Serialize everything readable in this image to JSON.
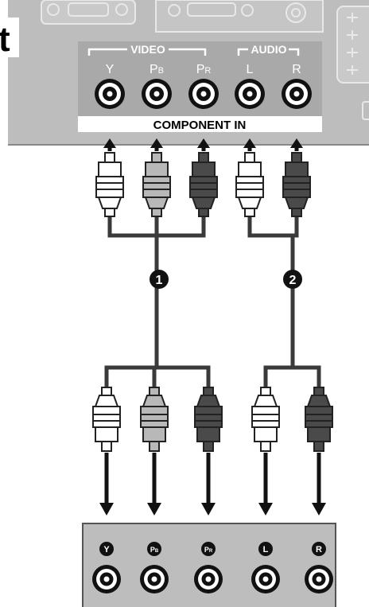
{
  "colors": {
    "panel": "#bdbdbd",
    "panel_dark": "#a9a9a9",
    "panel_edge": "#888888",
    "plug_white": "#ffffff",
    "plug_gray": "#b8b8b8",
    "plug_dark": "#4a4a4a",
    "cable": "#3a3a3a",
    "text_dark": "#000000",
    "text_light": "#ffffff"
  },
  "heading_fragment": "t",
  "tv_panel": {
    "video_label": "VIDEO",
    "audio_label": "AUDIO",
    "jacks": [
      {
        "label": "Y",
        "sub": "",
        "plug": "white"
      },
      {
        "label": "P",
        "sub": "B",
        "plug": "gray"
      },
      {
        "label": "P",
        "sub": "R",
        "plug": "dark"
      },
      {
        "label": "L",
        "sub": "",
        "plug": "white"
      },
      {
        "label": "R",
        "sub": "",
        "plug": "dark"
      }
    ],
    "banner": "COMPONENT IN"
  },
  "cables": [
    {
      "number": "1"
    },
    {
      "number": "2"
    }
  ],
  "device_panel": {
    "jacks": [
      {
        "label": "Y",
        "sub": ""
      },
      {
        "label": "P",
        "sub": "B"
      },
      {
        "label": "P",
        "sub": "R"
      },
      {
        "label": "L",
        "sub": ""
      },
      {
        "label": "R",
        "sub": ""
      }
    ]
  }
}
